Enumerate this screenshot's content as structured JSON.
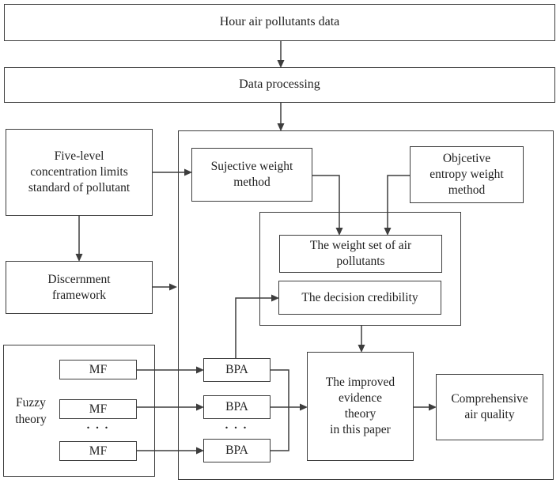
{
  "colors": {
    "line": "#3d3d3d",
    "text": "#1f1f1f",
    "background": "#ffffff"
  },
  "nodes": {
    "hour_data": {
      "label": "Hour air pollutants data"
    },
    "data_processing": {
      "label": "Data processing"
    },
    "five_level": {
      "label": "Five-level\nconcentration limits\nstandard of pollutant"
    },
    "discernment": {
      "label": "Discernment\nframework"
    },
    "fuzzy_theory": {
      "label": "Fuzzy\ntheory"
    },
    "mf": {
      "labels": [
        "MF",
        "MF",
        "MF"
      ],
      "ellipsis": ". . ."
    },
    "bpa": {
      "labels": [
        "BPA",
        "BPA",
        "BPA"
      ],
      "ellipsis": ". . ."
    },
    "subjective_weight": {
      "label": "Sujective weight\nmethod"
    },
    "objective_weight": {
      "label": "Objcetive\nentropy weight\nmethod"
    },
    "weight_set": {
      "label": "The weight set of air\npollutants"
    },
    "decision_credibility": {
      "label": "The decision credibility"
    },
    "improved_evidence": {
      "label": "The improved\nevidence\ntheory\nin this paper"
    },
    "comprehensive": {
      "label": "Comprehensive\nair quality"
    }
  }
}
